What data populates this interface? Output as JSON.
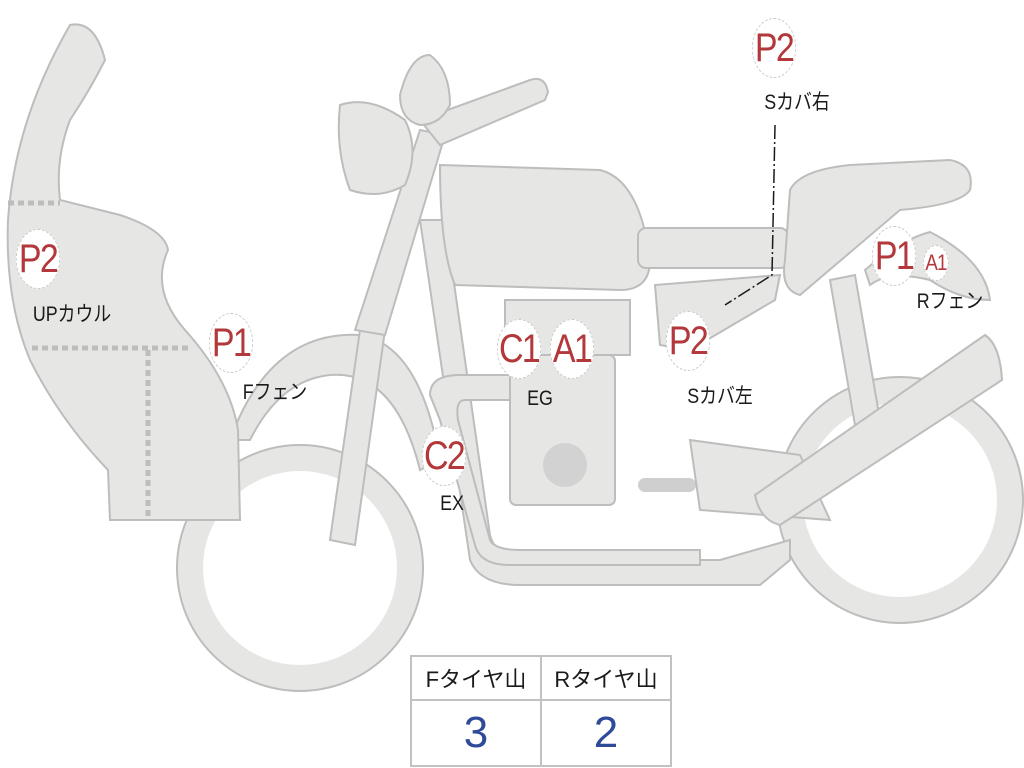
{
  "diagram": {
    "parts": [
      {
        "id": "up-cowl",
        "code": "P2",
        "label": "UPカウル"
      },
      {
        "id": "front-fender",
        "code": "P1",
        "label": "Fフェン"
      },
      {
        "id": "engine",
        "codes": [
          "C1",
          "A1"
        ],
        "label": "EG"
      },
      {
        "id": "exhaust",
        "code": "C2",
        "label": "EX"
      },
      {
        "id": "side-cover-left",
        "code": "P2",
        "label": "Sカバ左"
      },
      {
        "id": "side-cover-right",
        "code": "P2",
        "label": "Sカバ右"
      },
      {
        "id": "rear-fender",
        "codes": [
          "P1",
          "A1"
        ],
        "label": "Rフェン"
      }
    ]
  },
  "tire_table": {
    "headers": [
      "Fタイヤ山",
      "Rタイヤ山"
    ],
    "values": [
      "3",
      "2"
    ]
  },
  "colors": {
    "code": "#b3383b",
    "value": "#2e4a98",
    "body": "#e6e6e4"
  }
}
